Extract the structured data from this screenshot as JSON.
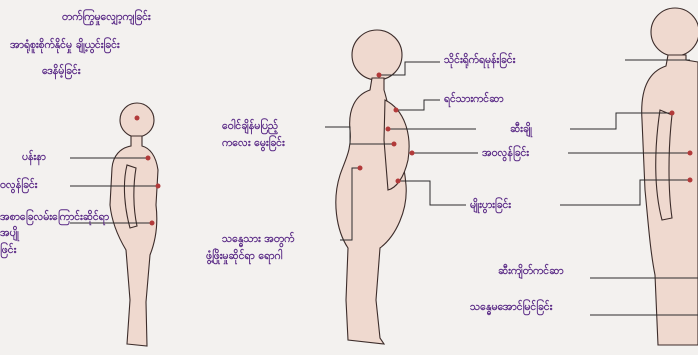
{
  "labels": {
    "left_1": "တက်ကြွမှုလျှော့ကျခြင်း",
    "left_2": "အာရုံစူးစိုက်နိုင်မှု ချို့ယွင်းခြင်း",
    "left_3": "ဒေနိမ့်ခြင်း",
    "left_4": "ပန်းနာ",
    "left_5": "ဝလွန်ခြင်း",
    "left_6": "အစာခြေလမ်းကြောင်းဆိုင်ရာ",
    "left_7": "အပျို",
    "left_8": "ဖြင်း",
    "mid_1": "သိုင်းရိုက်ရမုန်းခြင်း",
    "mid_2": "ရင်သားကင်ဆာ",
    "mid_3": "ဆီးချို",
    "mid_4": "ဝေါင်ချိန်မပြည့်",
    "mid_5": "ကလေး မွေးခြင်း",
    "mid_6": "အဝလွန်ခြင်း",
    "mid_7": "မျိုးပွားခြင်း",
    "mid_8": "သန္ဓေသား အတွက်",
    "mid_9": "ဖွံ့ဖြိုးမှုဆိုင်ရာ ရောဂါ",
    "right_1": "ဆီးကျိတ်ကင်ဆာ",
    "right_2": "သန္ဓေမအောင်မြင်ခြင်း"
  },
  "colors": {
    "text": "#5a2a86",
    "figure_fill": "#efd9cf",
    "figure_stroke": "#3c2c2a",
    "marker": "#b23a3a",
    "background": "#f3f1ef"
  }
}
